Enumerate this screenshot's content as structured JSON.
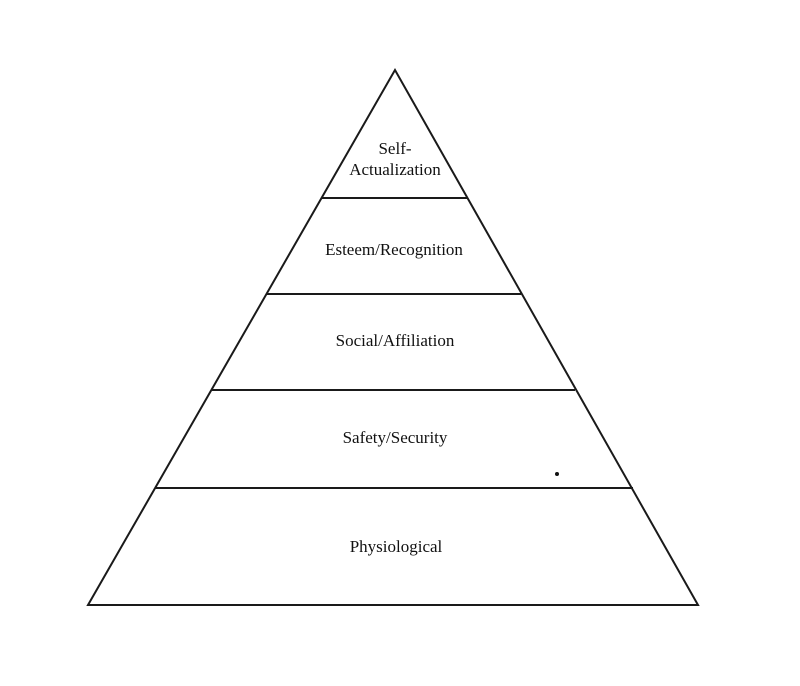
{
  "pyramid": {
    "levels": [
      {
        "name": "self-actualization",
        "lines": [
          "Self-",
          "Actualization"
        ]
      },
      {
        "name": "esteem-recognition",
        "lines": [
          "Esteem/Recognition"
        ]
      },
      {
        "name": "social-affiliation",
        "lines": [
          "Social/Affiliation"
        ]
      },
      {
        "name": "safety-security",
        "lines": [
          "Safety/Security"
        ]
      },
      {
        "name": "physiological",
        "lines": [
          "Physiological"
        ]
      }
    ],
    "colors": {
      "stroke": "#1a1a1a",
      "text": "#111111",
      "background": "#ffffff"
    }
  }
}
